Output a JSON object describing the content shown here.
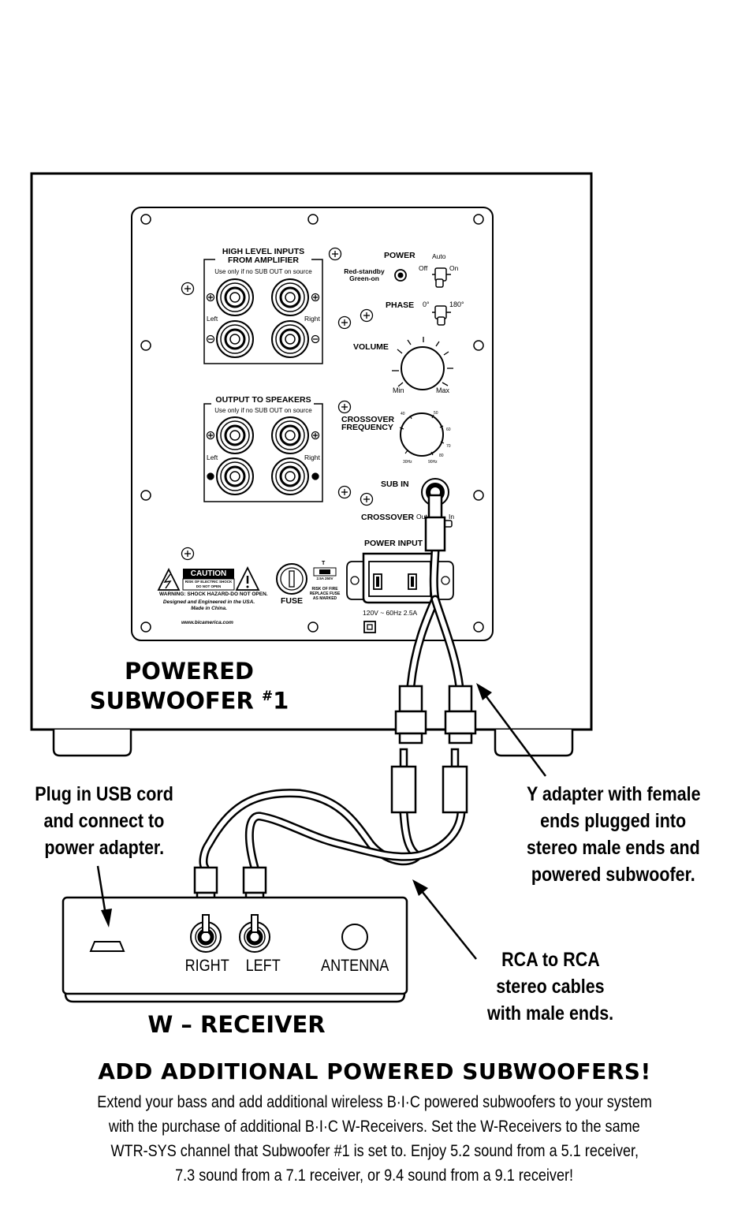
{
  "panel": {
    "high_level_title_1": "HIGH LEVEL INPUTS",
    "high_level_title_2": "FROM AMPLIFIER",
    "use_only_note": "Use only if no SUB OUT on source",
    "output_title": "OUTPUT TO SPEAKERS",
    "left": "Left",
    "right": "Right",
    "power": "POWER",
    "auto": "Auto",
    "off": "Off",
    "on": "On",
    "red_standby": "Red-standby",
    "green_on": "Green-on",
    "phase": "PHASE",
    "phase_0": "0°",
    "phase_180": "180°",
    "volume": "VOLUME",
    "min": "Min",
    "max": "Max",
    "crossover_frequency_1": "CROSSOVER",
    "crossover_frequency_2": "FREQUENCY",
    "freq_ticks": [
      "40",
      "50",
      "60",
      "70",
      "80",
      "30Hz",
      "90Hz"
    ],
    "sub_in": "SUB IN",
    "crossover": "CROSSOVER",
    "crossover_out": "Out",
    "crossover_in": "In",
    "power_input": "POWER INPUT",
    "caution": "CAUTION",
    "caution_small_1": "RISK OF ELECTRIC SHOCK",
    "caution_small_2": "DO NOT OPEN",
    "warning": "WARNING: SHOCK HAZARD-DO NOT OPEN.",
    "designed_1": "Designed and Engineered in the USA.",
    "designed_2": "Made in China.",
    "website": "www.bicamerica.com",
    "fuse": "FUSE",
    "fuse_rating_t": "T",
    "fuse_rating": "2.5A 250V",
    "fuse_note_1": "RISK OF FIRE",
    "fuse_note_2": "REPLACE FUSE",
    "fuse_note_3": "AS MARKED",
    "voltage": "120V ~ 60Hz 2.5A"
  },
  "labels": {
    "powered": "POWERED",
    "subwoofer": "SUBWOOFER ",
    "subwoofer_num_sup": "#",
    "subwoofer_num": "1",
    "usb_1": "Plug in USB cord",
    "usb_2": "and connect to",
    "usb_3": "power adapter.",
    "y_1": "Y adapter with female",
    "y_2": "ends plugged into",
    "y_3": "stereo male ends and",
    "y_4": "powered subwoofer.",
    "rca_1": "RCA to RCA",
    "rca_2": "stereo cables",
    "rca_3": "with male ends.",
    "right": "RIGHT",
    "left": "LEFT",
    "antenna": "ANTENNA",
    "receiver": "W – RECEIVER"
  },
  "footer": {
    "heading": "ADD ADDITIONAL POWERED SUBWOOFERS!",
    "line_1": "Extend your bass and add additional wireless B·I·C powered subwoofers to your system",
    "line_2": "with the purchase of additional B·I·C W-Receivers. Set the W-Receivers to the same",
    "line_3": "WTR-SYS channel that Subwoofer #1 is set to. Enjoy 5.2 sound from a 5.1 receiver,",
    "line_4": "7.3 sound from a 7.1 receiver, or 9.4 sound from a 9.1 receiver!"
  }
}
